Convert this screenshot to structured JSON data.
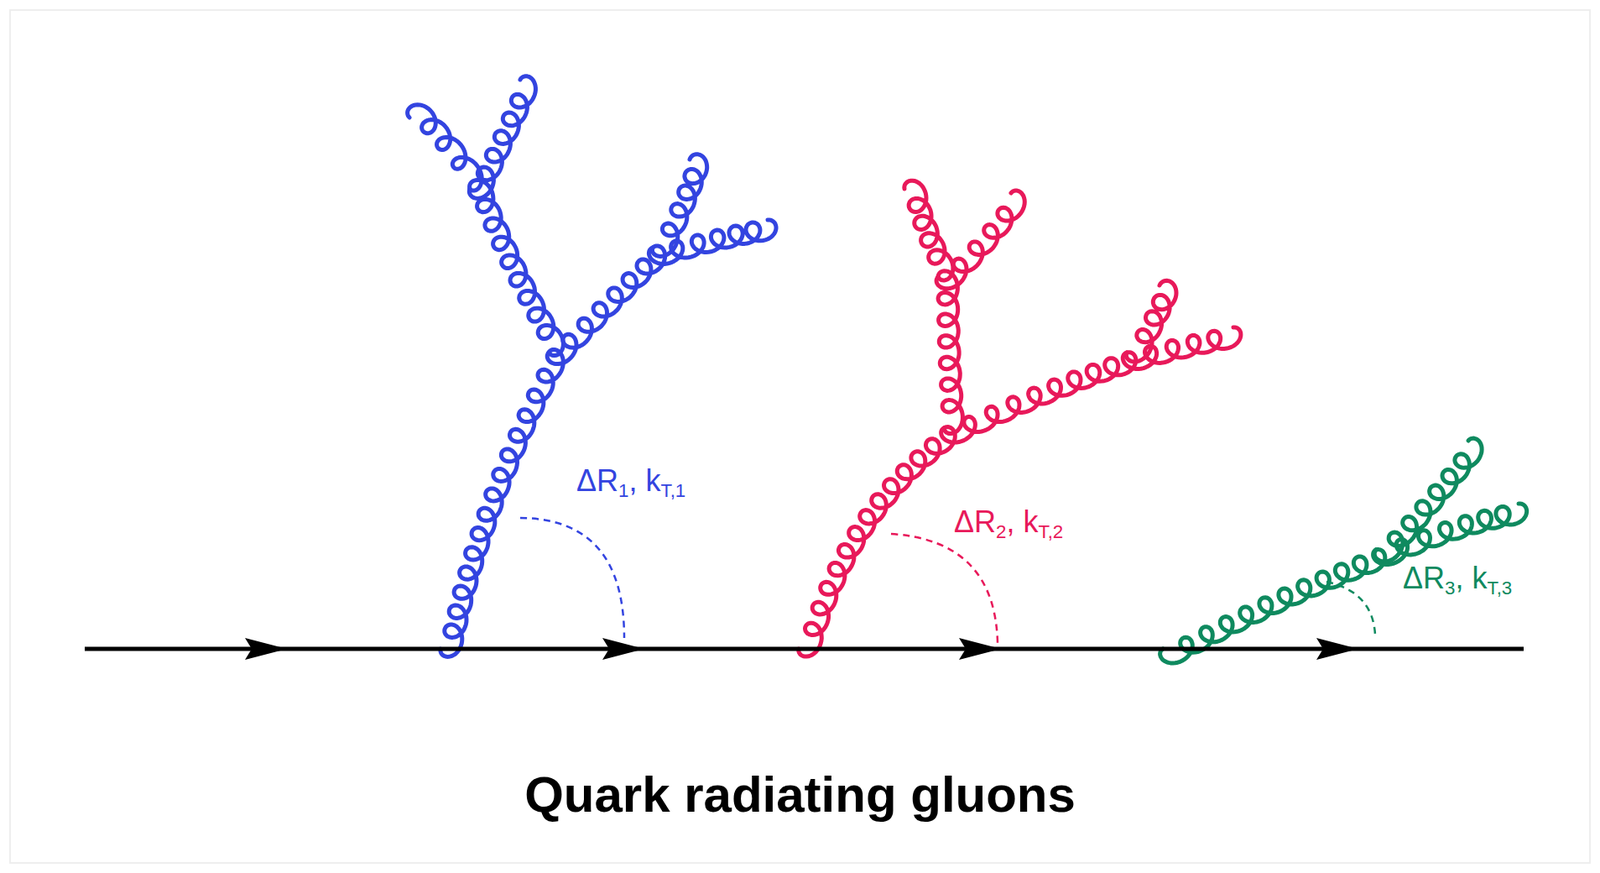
{
  "diagram": {
    "caption": "Quark radiating gluons",
    "labels": [
      "ΔR1, kT,1",
      "ΔR2, kT,2",
      "ΔR3, kT,3"
    ]
  }
}
